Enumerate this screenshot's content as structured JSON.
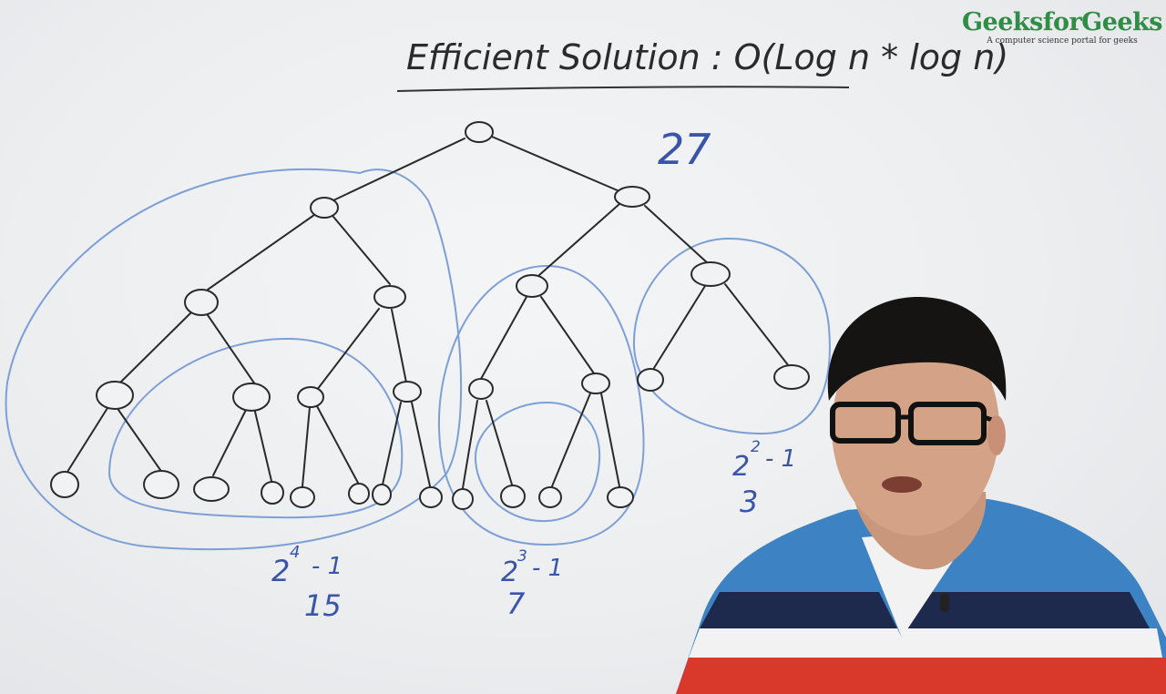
{
  "board": {
    "title": "Efficient Solution : O(Log n * log n)",
    "total_nodes": "27",
    "left_subtree": {
      "formula_base": "2",
      "formula_exp": "4",
      "formula_rest": "- 1",
      "result": "15"
    },
    "middle_subtree": {
      "formula_base": "2",
      "formula_exp": "3",
      "formula_rest": "- 1",
      "result": "7"
    },
    "right_subtree": {
      "formula_base": "2",
      "formula_exp": "2",
      "formula_rest": "- 1",
      "result": "3"
    }
  },
  "logo": {
    "name": "GeeksforGeeks",
    "tagline": "A computer science portal for geeks"
  },
  "colors": {
    "board_background": "#eceef0",
    "marker_black": "#2b2b2b",
    "marker_blue": "#3a55a8",
    "loop_blue": "#7d9fd6",
    "logo_green": "#2f8d46",
    "shirt_blue": "#3d83c4",
    "shirt_red": "#d8392b",
    "shirt_navy": "#1d2a4d",
    "shirt_white": "#f2f2f2"
  }
}
